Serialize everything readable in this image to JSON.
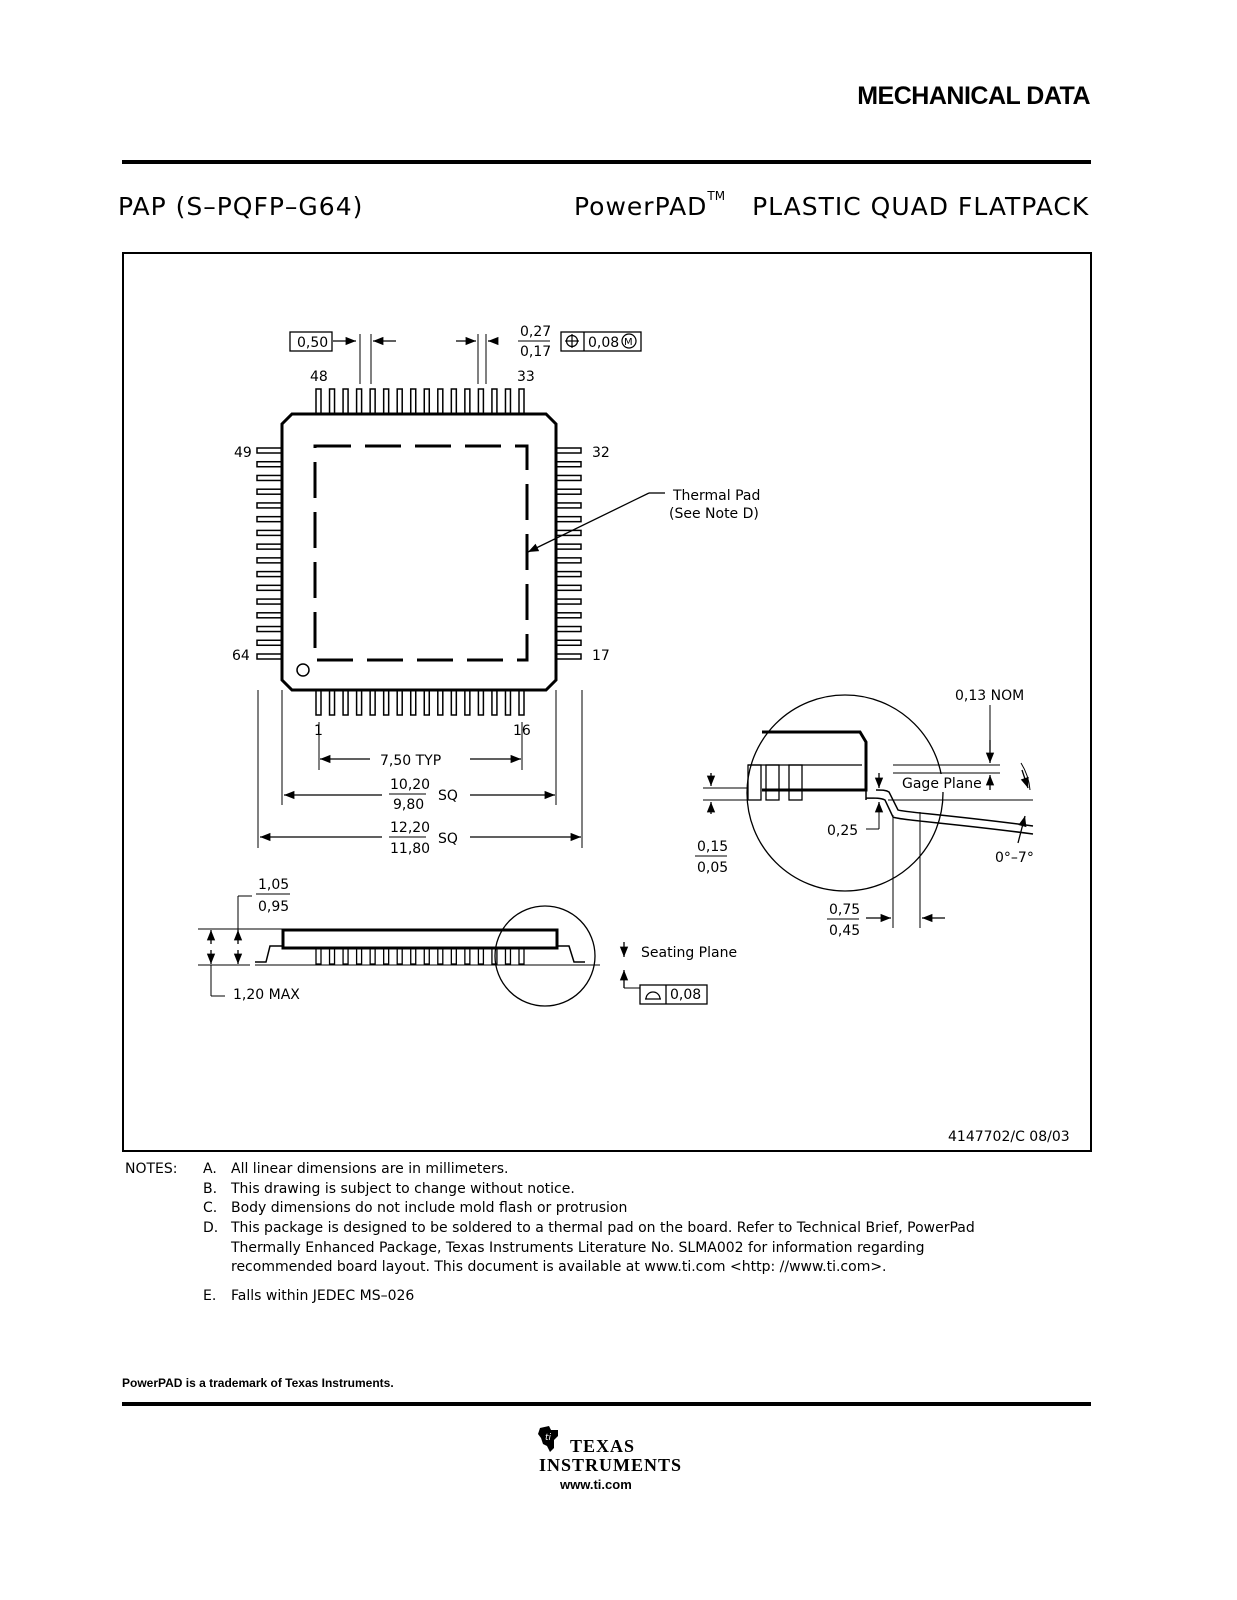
{
  "header": {
    "section_title": "MECHANICAL DATA"
  },
  "package": {
    "code": "PAP (S–PQFP–G64)",
    "family": "PowerPAD",
    "tm": "TM",
    "description": "PLASTIC QUAD FLATPACK"
  },
  "drawing": {
    "pitch": "0,50",
    "lead_width_max": "0,27",
    "lead_width_min": "0,17",
    "position_tolerance": "0,08",
    "mmc_symbol": "M",
    "pin_top_left": "48",
    "pin_top_right": "33",
    "pin_left_top": "49",
    "pin_left_bottom": "64",
    "pin_right_top": "32",
    "pin_right_bottom": "17",
    "pin_bottom_left": "1",
    "pin_bottom_right": "16",
    "thermal_pad_label": "Thermal Pad",
    "thermal_pad_note": "(See Note D)",
    "lead_span": "7,50 TYP",
    "body_max": "10,20",
    "body_min": "9,80",
    "overall_max": "12,20",
    "overall_min": "11,80",
    "sq_label": "SQ",
    "thickness_max": "1,05",
    "thickness_min": "0,95",
    "height_max": "1,20 MAX",
    "seating_plane": "Seating Plane",
    "coplanarity": "0,08",
    "gage_plane_offset": "0,13 NOM",
    "gage_plane": "Gage Plane",
    "gage_height": "0,25",
    "standoff_max": "0,15",
    "standoff_min": "0,05",
    "foot_angle": "0°–7°",
    "foot_length_max": "0,75",
    "foot_length_min": "0,45",
    "doc_number": "4147702/C 08/03"
  },
  "notes": {
    "label": "NOTES:",
    "items": [
      {
        "key": "A.",
        "text": "All linear dimensions are in millimeters."
      },
      {
        "key": "B.",
        "text": "This drawing is subject to change without notice."
      },
      {
        "key": "C.",
        "text": "Body dimensions do not include mold flash or protrusion"
      },
      {
        "key": "D.",
        "text": "This package is designed to be soldered to a thermal pad on the board.   Refer to Technical Brief, PowerPad Thermally Enhanced Package, Texas Instruments Literature No. SLMA002 for information regarding recommended board layout.   This document is available at www.ti.com <http: //www.ti.com>."
      },
      {
        "key": "E.",
        "text": "Falls within JEDEC MS–026"
      }
    ]
  },
  "footer": {
    "trademark": "PowerPAD is a trademark of Texas Instruments.",
    "company_line1": "TEXAS",
    "company_line2": "INSTRUMENTS",
    "url": "www.ti.com"
  }
}
